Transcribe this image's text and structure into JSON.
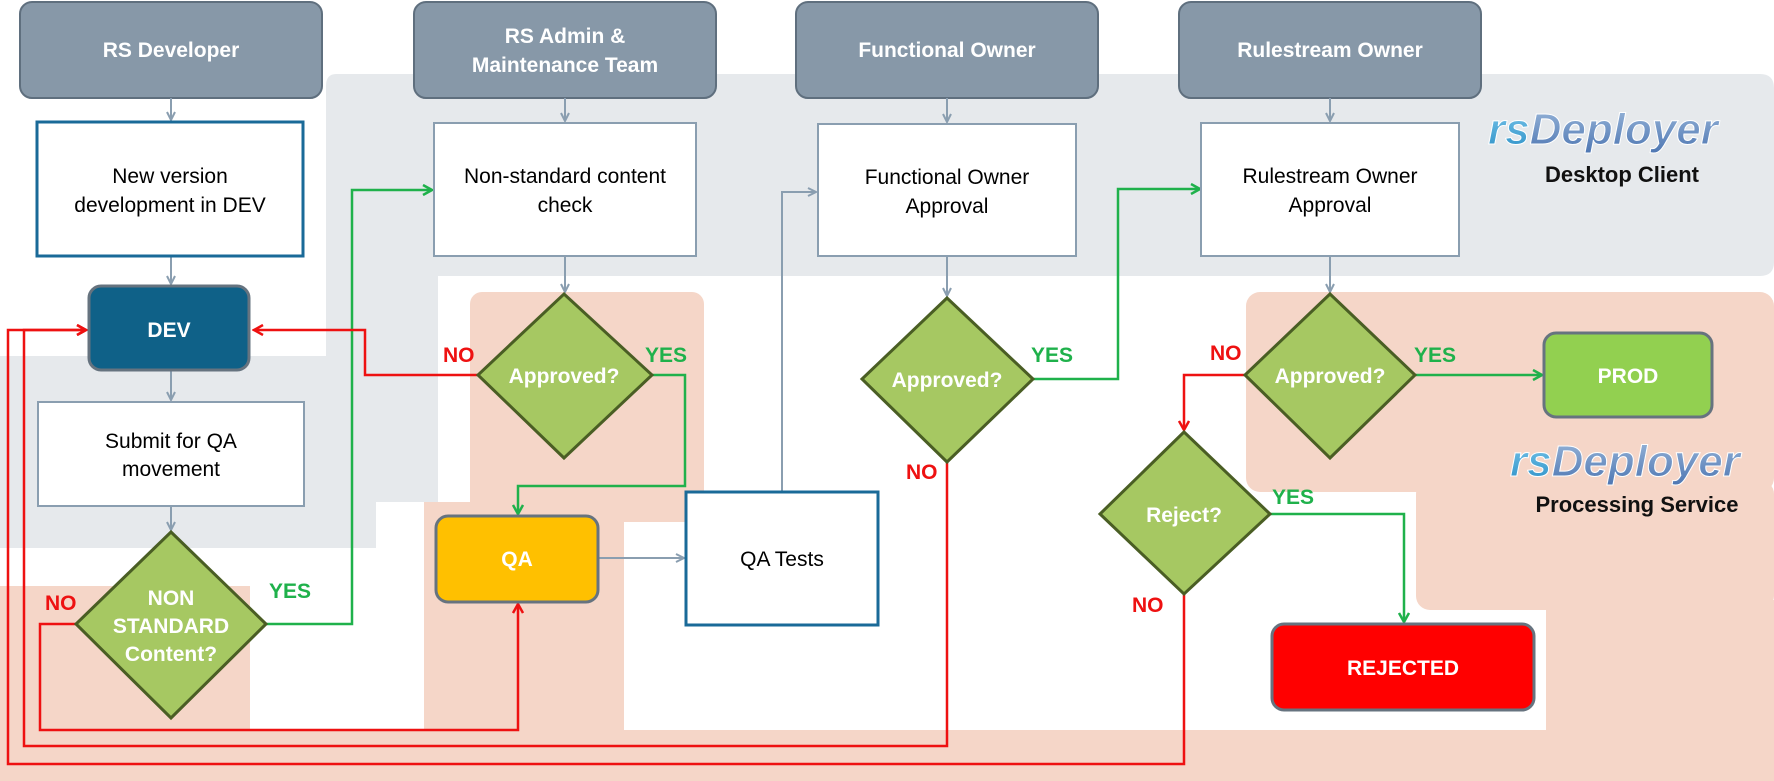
{
  "roles": {
    "rs_developer": "RS Developer",
    "rs_admin_line1": "RS Admin &",
    "rs_admin_line2": "Maintenance Team",
    "functional_owner": "Functional Owner",
    "rulestream_owner": "Rulestream Owner"
  },
  "boxes": {
    "new_version_line1": "New version",
    "new_version_line2": "development in DEV",
    "submit_qa_line1": "Submit for QA",
    "submit_qa_line2": "movement",
    "nonstandard_check_line1": "Non-standard content",
    "nonstandard_check_line2": "check",
    "qa_tests": "QA Tests",
    "functional_approval_line1": "Functional Owner",
    "functional_approval_line2": "Approval",
    "rulestream_approval_line1": "Rulestream Owner",
    "rulestream_approval_line2": "Approval"
  },
  "states": {
    "dev": "DEV",
    "qa": "QA",
    "prod": "PROD",
    "rejected": "REJECTED"
  },
  "decisions": {
    "nonstandard_line1": "NON",
    "nonstandard_line2": "STANDARD",
    "nonstandard_line3": "Content?",
    "approved_admin": "Approved?",
    "approved_functional": "Approved?",
    "approved_rulestream": "Approved?",
    "reject": "Reject?"
  },
  "branch_labels": {
    "yes": "YES",
    "no": "NO"
  },
  "logos": {
    "desktop_rs": "rs",
    "desktop_deployer": "Deployer",
    "desktop_caption": "Desktop Client",
    "processing_rs": "rs",
    "processing_deployer": "Deployer",
    "processing_caption": "Processing Service"
  },
  "colors": {
    "role_header": "#8798a8",
    "desktop_zone": "#e6e9ec",
    "processing_zone": "#f5d6c8",
    "decision_fill": "#a6c862",
    "decision_stroke": "#4a5e24",
    "dev_fill": "#0f6188",
    "qa_fill": "#ffc000",
    "prod_fill": "#92d050",
    "rejected_fill": "#ff0000",
    "yes_line": "#1fb14b",
    "no_line": "#ee1111",
    "neutral_line": "#8a9eb0"
  }
}
